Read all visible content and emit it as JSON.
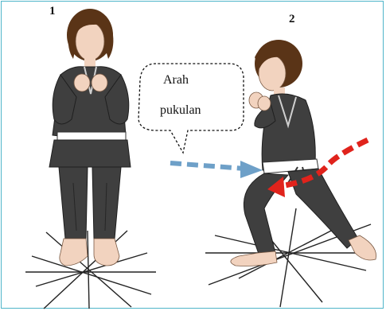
{
  "labels": {
    "figure_1": "1",
    "figure_2": "2"
  },
  "callout": {
    "line1": "Arah",
    "line2": "pukulan"
  },
  "colors": {
    "frame_border": "#4fb5c9",
    "uniform": "#3f3f3f",
    "belt": "#ffffff",
    "skin": "#f2d3bf",
    "hair": "#5a3417",
    "blue_arrow": "#6ea0c8",
    "red_arrow": "#e0231c"
  }
}
